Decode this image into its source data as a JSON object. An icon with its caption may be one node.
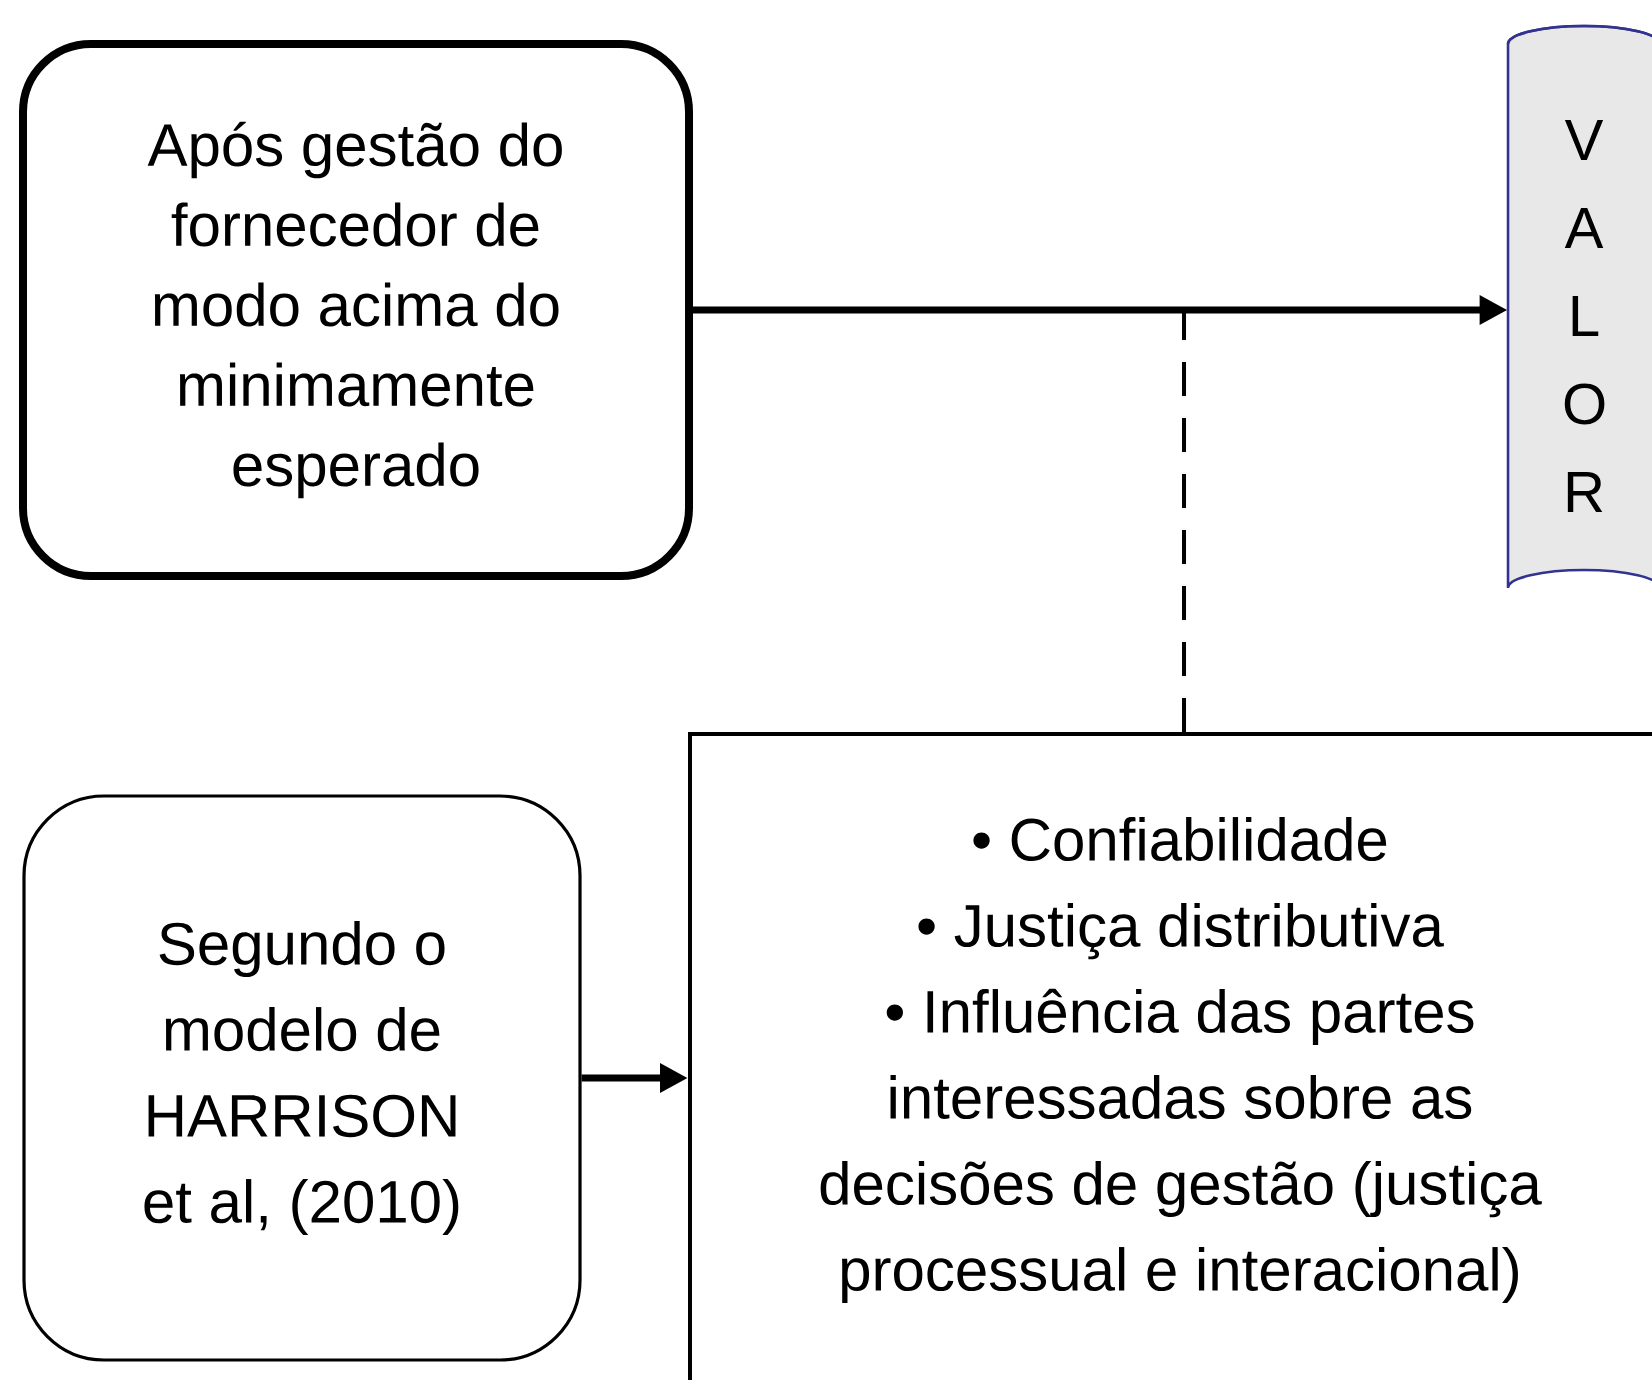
{
  "diagram": {
    "nodes": [
      {
        "text": [
          "Após gestão do fornecedor de modo acima do minimamente esperado"
        ]
      },
      {
        "text": [
          "V A L O R"
        ]
      },
      {
        "text": [
          "Segundo o modelo de HARRISON et al, (2010)"
        ]
      },
      {
        "text": [
          "• Confiabilidade",
          "• Justiça distributiva",
          "• Influência das partes interessadas sobre as decisões de gestão (justiça processual e interacional)"
        ]
      }
    ],
    "edges": [
      {
        "from": 0,
        "to": 1,
        "arrow": "to"
      },
      {
        "from": 3,
        "to": null,
        "arrow": "none",
        "style": "dashed"
      },
      {
        "from": 2,
        "to": 3,
        "arrow": "to"
      }
    ]
  }
}
